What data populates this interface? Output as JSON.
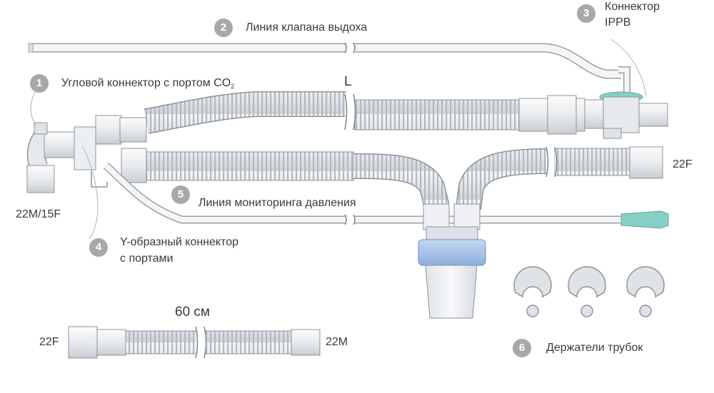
{
  "labels": {
    "l1": {
      "num": "1",
      "text": "Угловой коннектор с портом CO",
      "sub": "2"
    },
    "l2": {
      "num": "2",
      "text": "Линия клапана выдоха"
    },
    "l3": {
      "num": "3",
      "line1": "Коннектор",
      "line2": "IPPB"
    },
    "l4": {
      "num": "4",
      "line1": "Y-образный коннектор",
      "line2": "с портами"
    },
    "l5": {
      "num": "5",
      "text": "Линия мониторинга давления"
    },
    "l6": {
      "num": "6",
      "text": "Держатели трубок"
    },
    "length_L": "L",
    "size_22m15f": "22M/15F",
    "size_22f_right": "22F",
    "ext_length": "60 см",
    "ext_left": "22F",
    "ext_right": "22M"
  },
  "colors": {
    "tube_fill": "#eef0f3",
    "tube_stroke": "#8d9399",
    "rib": "#b7bcc2",
    "teal": "#86cfc4",
    "blue_cap": "#a9c3ea",
    "badge": "#a8a8a8",
    "text": "#3a3a3a"
  }
}
